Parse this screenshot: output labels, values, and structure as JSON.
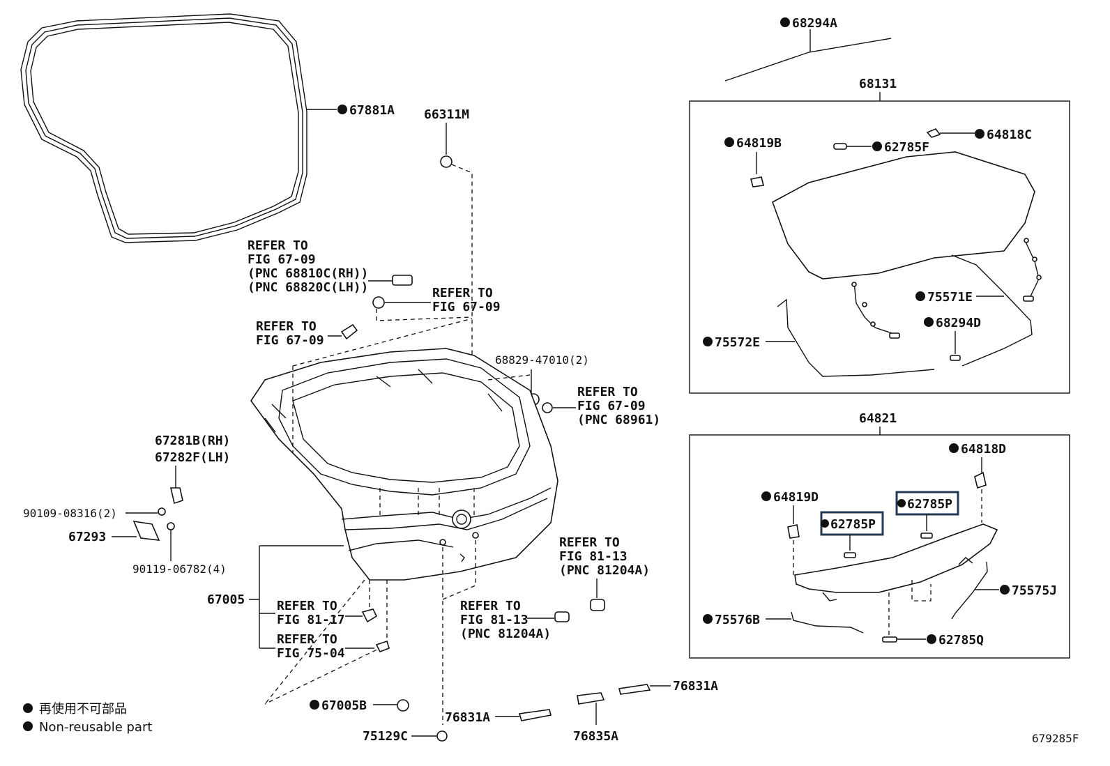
{
  "labels": {
    "p68294A": "68294A",
    "p68131": "68131",
    "p67881A": "67881A",
    "p66311M": "66311M",
    "p64819B": "64819B",
    "p62785F": "62785F",
    "p64818C": "64818C",
    "p75571E": "75571E",
    "p68294D": "68294D",
    "p75572E": "75572E",
    "p64821": "64821",
    "p64818D": "64818D",
    "p64819D": "64819D",
    "p62785P_a": "62785P",
    "p62785P_b": "62785P",
    "p75575J": "75575J",
    "p75576B": "75576B",
    "p62785Q": "62785Q",
    "p68829": "68829-47010(2)",
    "p67281B": "67281B(RH)",
    "p67282F": "67282F(LH)",
    "p90109": "90109-08316(2)",
    "p67293": "67293",
    "p90119": "90119-06782(4)",
    "p67005": "67005",
    "p67005B": "67005B",
    "p75129C": "75129C",
    "p76831A_a": "76831A",
    "p76831A_b": "76831A",
    "p76835A": "76835A",
    "figure_id": "679285F"
  },
  "refs": {
    "r1": [
      "REFER TO",
      "FIG 67-09",
      "(PNC 68810C(RH))",
      "(PNC 68820C(LH))"
    ],
    "r2": [
      "REFER TO",
      "FIG 67-09"
    ],
    "r3": [
      "REFER TO",
      "FIG 67-09"
    ],
    "r4": [
      "REFER TO",
      "FIG 67-09",
      "(PNC 68961)"
    ],
    "r5": [
      "REFER TO",
      "FIG 81-13",
      "(PNC 81204A)"
    ],
    "r6": [
      "REFER TO",
      "FIG 81-17"
    ],
    "r7": [
      "REFER TO",
      "FIG 81-13",
      "(PNC 81204A)"
    ],
    "r8": [
      "REFER TO",
      "FIG 75-04"
    ]
  },
  "legend": {
    "jp": "再使用不可部品",
    "en": "Non-reusable part"
  },
  "colors": {
    "highlight_box": "#243a52"
  }
}
